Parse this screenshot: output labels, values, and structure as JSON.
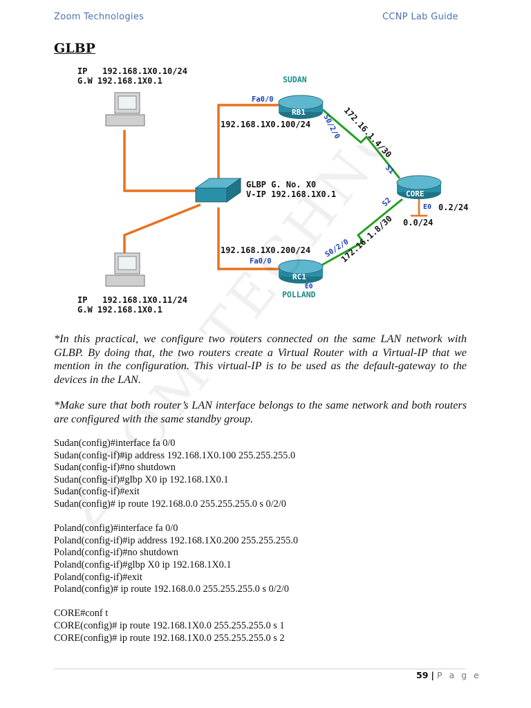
{
  "header": {
    "left": "Zoom Technologies",
    "right": "CCNP Lab Guide"
  },
  "title": "GLBP",
  "diagram": {
    "pc_top": {
      "ip": "IP   192.168.1X0.10/24",
      "gw": "G.W 192.168.1X0.1"
    },
    "pc_bottom": {
      "ip": "IP   192.168.1X0.11/24",
      "gw": "G.W 192.168.1X0.1"
    },
    "sudan": {
      "name": "SUDAN",
      "router": "RB1",
      "fa": "Fa0/0",
      "lan_ip": "192.168.1X0.100/24",
      "serial": "S0/2/0"
    },
    "polland": {
      "name": "POLLAND",
      "router": "RC1",
      "fa": "Fa0/0",
      "lan_ip": "192.168.1X0.200/24",
      "serial": "S0/2/0",
      "e0": "E0"
    },
    "switch": {
      "group": "GLBP G. No. X0",
      "vip": "V-IP 192.168.1X0.1"
    },
    "core": {
      "name": "CORE",
      "s1": "S1",
      "s2": "S2",
      "e0": "E0",
      "e0_ip": "0.2/24",
      "net": "0.0/24"
    },
    "link_top": "172.16.1.4/30",
    "link_bottom": "172.16.1.8/30"
  },
  "paragraphs": [
    "*In this practical, we configure two routers connected on the same LAN network with GLBP. By doing that, the two routers create a Virtual Router with a Virtual-IP that we mention in the configuration. This virtual-IP is to be used as the default-gateway to the devices in the LAN.",
    "*Make sure that both router’s LAN interface belongs to the same network and both routers are configured with the same standby group."
  ],
  "commands": {
    "sudan": [
      "Sudan(config)#interface fa 0/0",
      "Sudan(config-if)#ip address 192.168.1X0.100 255.255.255.0",
      "Sudan(config-if)#no shutdown",
      "Sudan(config-if)#glbp X0 ip 192.168.1X0.1",
      "Sudan(config-if)#exit",
      "Sudan(config)# ip route 192.168.0.0 255.255.255.0 s 0/2/0"
    ],
    "poland": [
      "Poland(config)#interface fa 0/0",
      "Poland(config-if)#ip address 192.168.1X0.200 255.255.255.0",
      "Poland(config-if)#no shutdown",
      "Poland(config-if)#glbp X0 ip 192.168.1X0.1",
      "Poland(config-if)#exit",
      "Poland(config)# ip route 192.168.0.0 255.255.255.0 s 0/2/0"
    ],
    "core": [
      "CORE#conf t",
      "CORE(config)# ip route 192.168.1X0.0 255.255.255.0 s 1",
      "CORE(config)# ip route 192.168.1X0.0 255.255.255.0 s 2"
    ]
  },
  "watermark": "ZOOM TECHNOLOGIES",
  "footer": {
    "page_number": "59",
    "separator": "|",
    "page_word": "P a g e"
  },
  "colors": {
    "header_blue": "#4a72b0",
    "lan_link": "#e8711c",
    "wan_link": "#22a022",
    "router": "#2a8fa8",
    "label_blue": "#1a3fb0"
  }
}
